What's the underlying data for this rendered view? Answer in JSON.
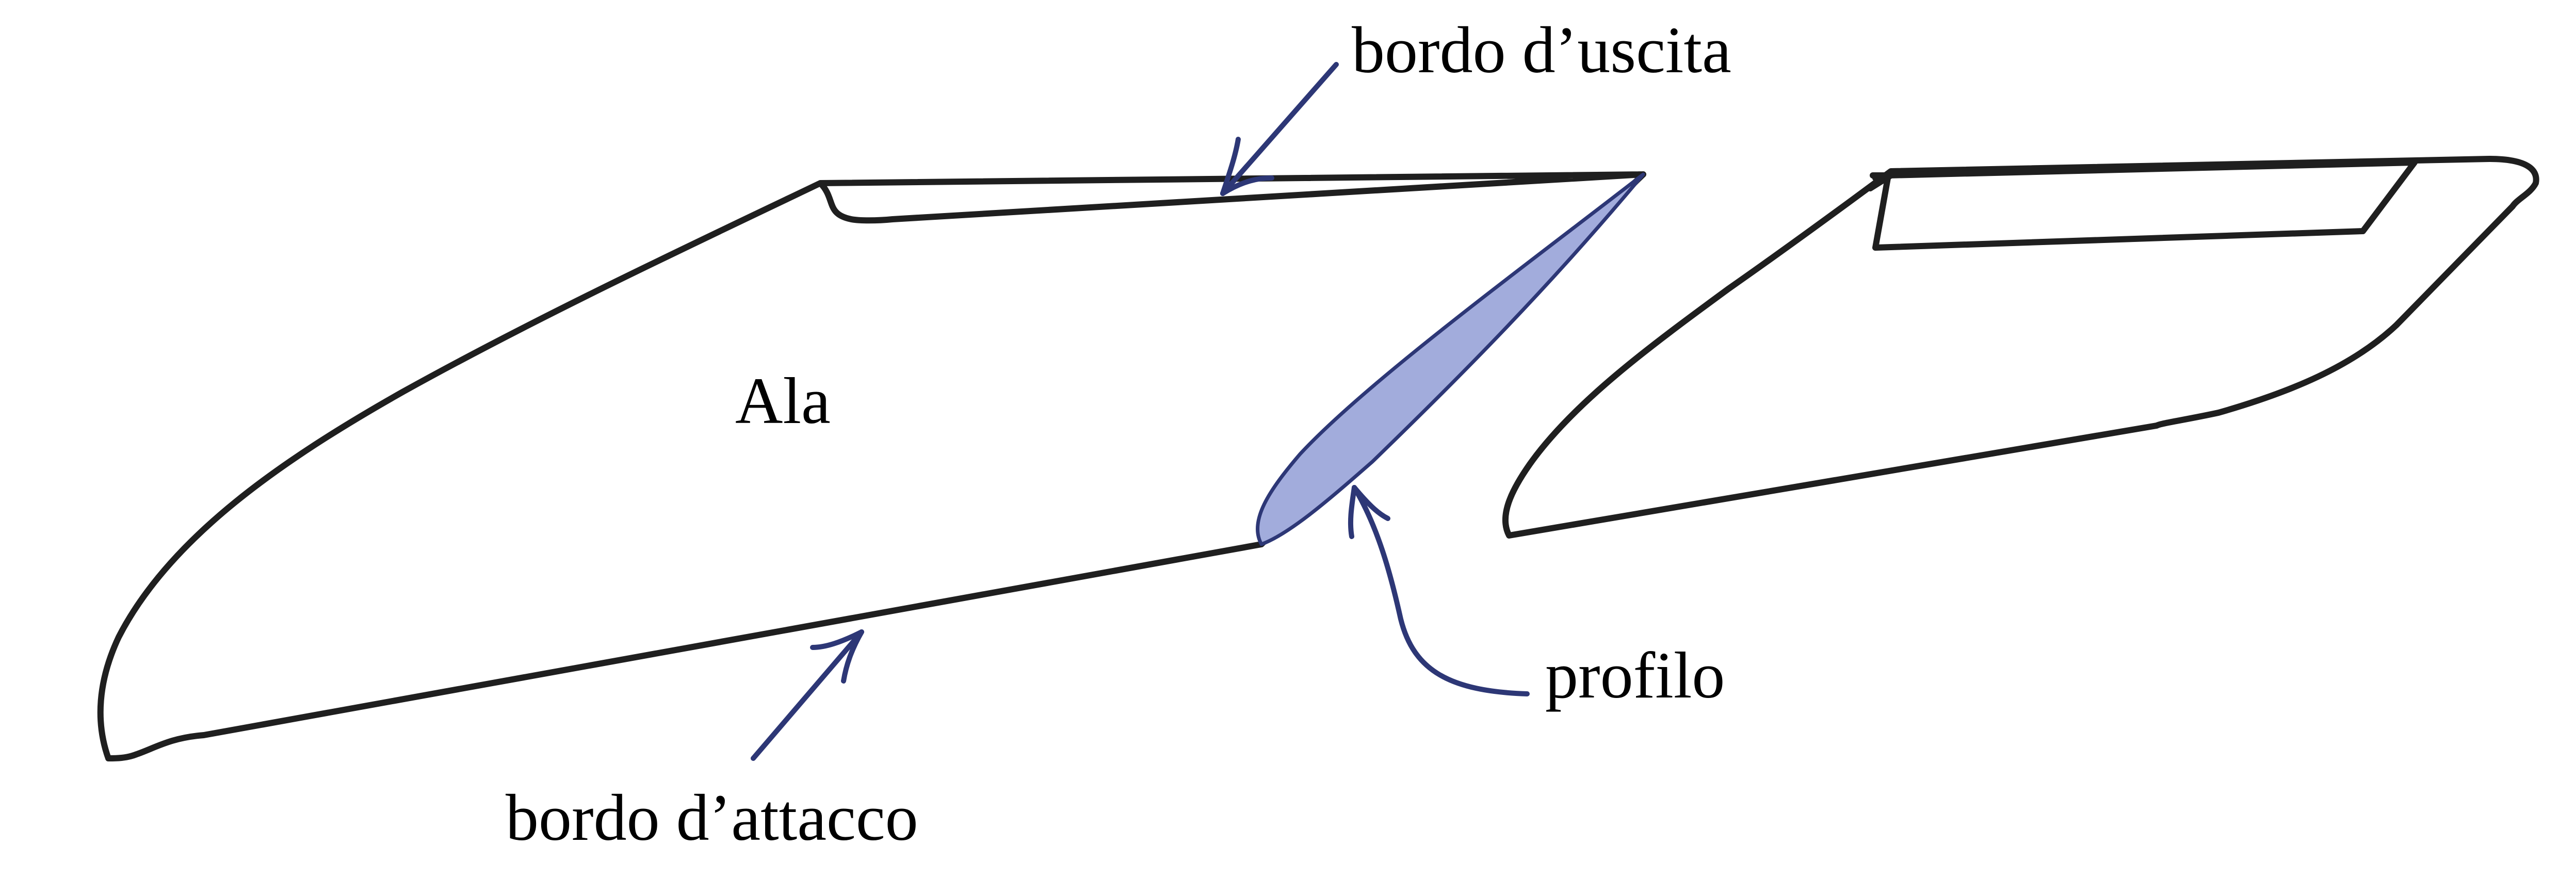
{
  "labels": {
    "wing": "Ala",
    "trailing_edge": "bordo d’uscita",
    "leading_edge": "bordo d’attacco",
    "airfoil": "profilo"
  },
  "colors": {
    "outline": "#1f1f1f",
    "arrow": "#2d3776",
    "airfoil_fill": "#a2acdc",
    "airfoil_stroke": "#2d3776"
  }
}
